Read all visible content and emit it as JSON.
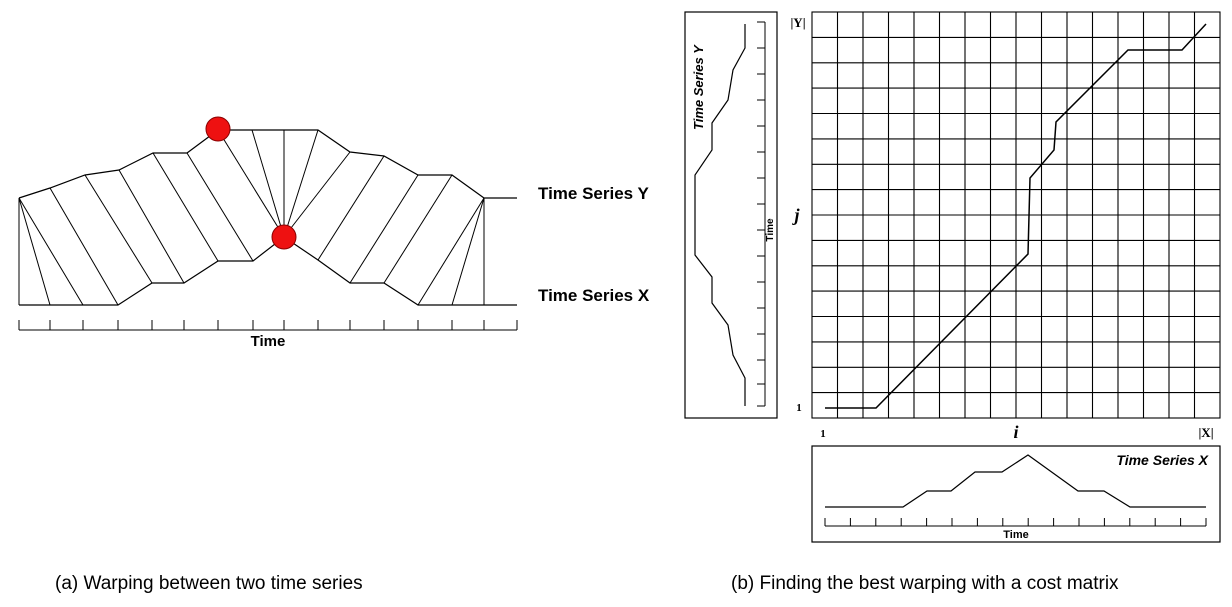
{
  "panel_a": {
    "label_y": "Time Series Y",
    "label_x": "Time Series X",
    "time_label": "Time",
    "caption": "(a) Warping between two time series"
  },
  "panel_b": {
    "y_series_label": "Time Series Y",
    "y_series_time": "Time",
    "x_series_label": "Time Series X",
    "x_series_time": "Time",
    "axis_y_top": "|Y|",
    "axis_y_mid": "j",
    "axis_y_bottom": "1",
    "axis_x_left": "1",
    "axis_x_mid": "i",
    "axis_x_right": "|X|",
    "caption": "(b) Finding the best warping with a cost matrix"
  },
  "colors": {
    "highlight_point": "#ee1111",
    "line": "#000000"
  }
}
